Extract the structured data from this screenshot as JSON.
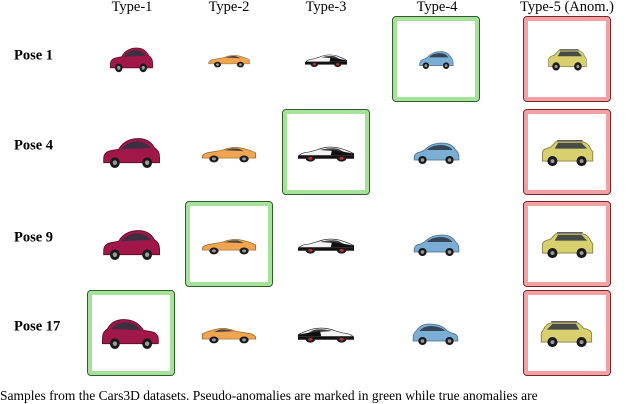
{
  "columns": [
    "Type-1",
    "Type-2",
    "Type-3",
    "Type-4",
    "Type-5 (Anom.)"
  ],
  "rows": [
    "Pose 1",
    "Pose 4",
    "Pose 9",
    "Pose 17"
  ],
  "caption": "Samples from the Cars3D datasets. Pseudo-anomalies are marked in green while true anomalies are",
  "colors": {
    "type1": "#a2174a",
    "type2": "#f0a550",
    "type3": "#111111",
    "type4": "#7aaed5",
    "type5": "#d8cf6e",
    "pseudo_anomaly_border": "#2f5d2a",
    "pseudo_anomaly_fill": "#a6e29a",
    "true_anomaly_border": "#7a2525",
    "true_anomaly_fill": "#f2a2a2"
  },
  "car_kinds": [
    "hatchback",
    "sports",
    "coupe-bw",
    "compact",
    "suv"
  ],
  "pseudo_anomaly_cells": [
    {
      "row": 0,
      "col": 3
    },
    {
      "row": 1,
      "col": 2
    },
    {
      "row": 2,
      "col": 1
    },
    {
      "row": 3,
      "col": 0
    }
  ],
  "true_anomaly_column": 4
}
